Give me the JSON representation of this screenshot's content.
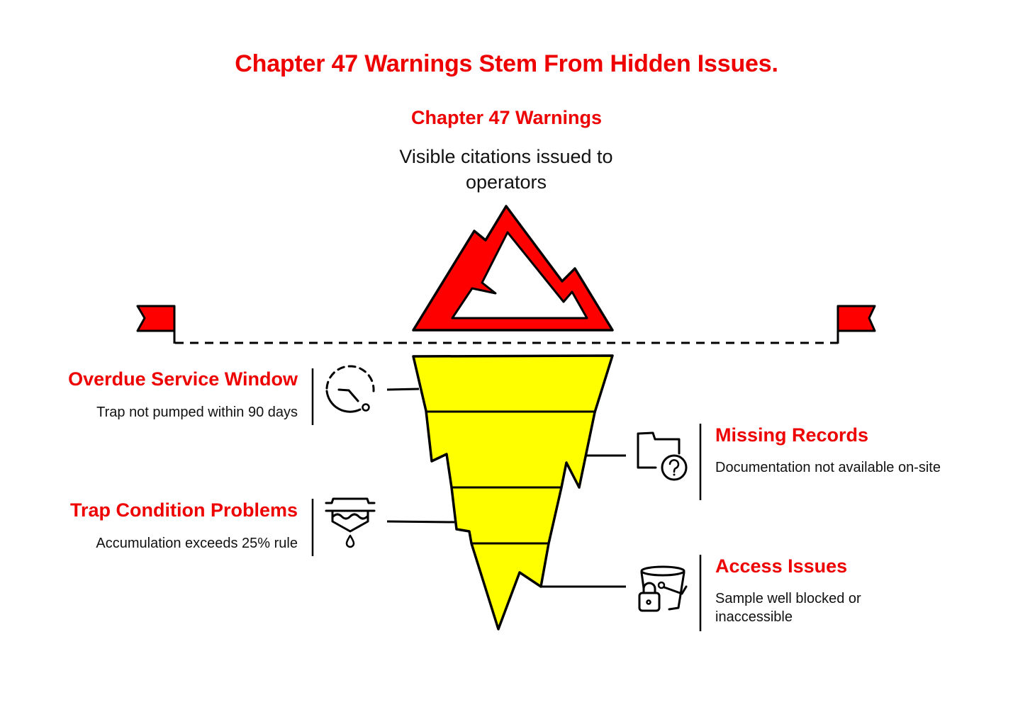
{
  "title": "Chapter 47 Warnings Stem From Hidden Issues.",
  "visible": {
    "heading": "Chapter 47 Warnings",
    "description": "Visible citations issued to operators"
  },
  "hidden_issues": [
    {
      "heading": "Overdue Service Window",
      "description": "Trap not pumped within 90 days",
      "icon": "clock-icon",
      "side": "left"
    },
    {
      "heading": "Missing Records",
      "description": "Documentation not available on-site",
      "icon": "folder-question-icon",
      "side": "right"
    },
    {
      "heading": "Trap Condition Problems",
      "description": "Accumulation exceeds 25% rule",
      "icon": "grease-trap-icon",
      "side": "left"
    },
    {
      "heading": "Access Issues",
      "description": "Sample well blocked or inaccessible",
      "icon": "bucket-lock-icon",
      "side": "right"
    }
  ],
  "colors": {
    "accent": "#ee0000",
    "iceberg_tip": "#ff0000",
    "iceberg_underwater": "#ffff00",
    "outline": "#000000"
  }
}
